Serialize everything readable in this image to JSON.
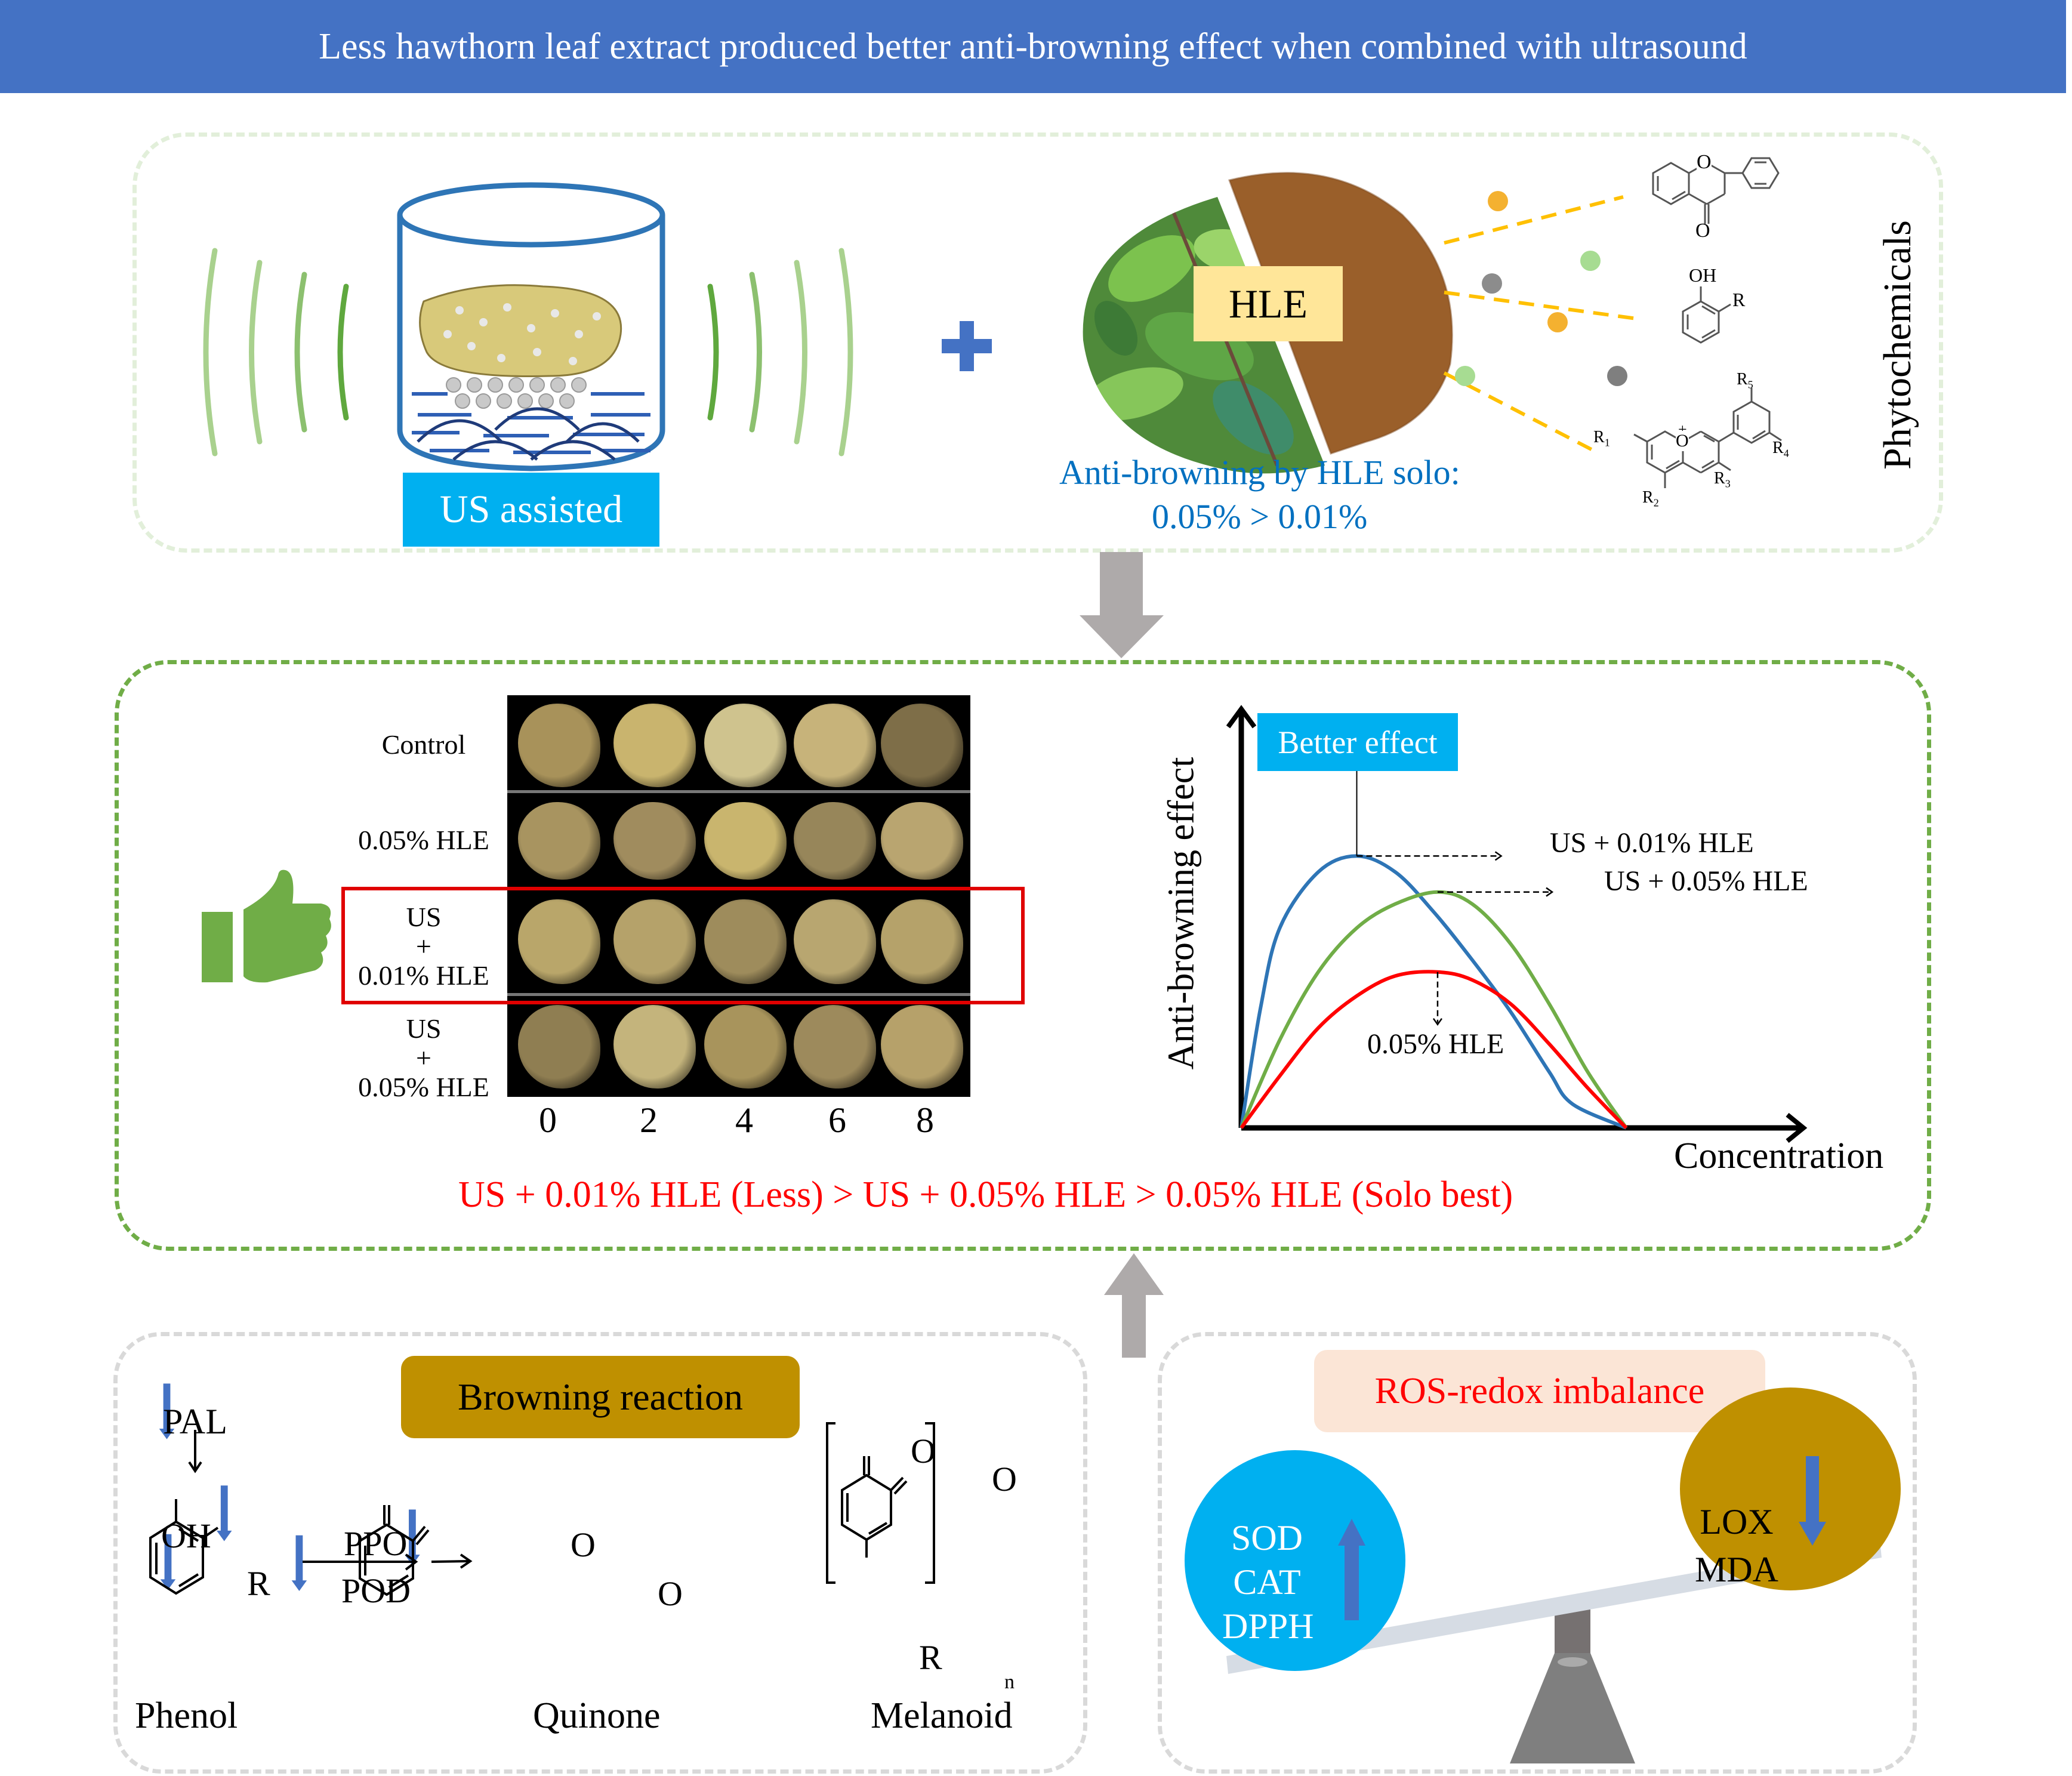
{
  "title": "Less hawthorn leaf extract produced better anti-browning effect when combined with ultrasound",
  "top_panel": {
    "us_label": "US assisted",
    "hle_label": "HLE",
    "solo_caption_line1": "Anti-browning by HLE solo:",
    "solo_caption_line2": "0.05% > 0.01%",
    "phytochemicals_label": "Phytochemicals",
    "structures": {
      "flavanone": {
        "o_ring": "O",
        "o_keto": "O"
      },
      "phenol": {
        "oh": "OH",
        "r": "R"
      },
      "anthocyanidin": {
        "plus": "+",
        "o": "O",
        "r1": "R",
        "r1_sub": "1",
        "r2": "R",
        "r2_sub": "2",
        "r3": "R",
        "r3_sub": "3",
        "r4": "R",
        "r4_sub": "4",
        "r5": "R",
        "r5_sub": "5"
      }
    }
  },
  "middle_panel": {
    "row_labels": [
      {
        "lines": [
          "Control"
        ]
      },
      {
        "lines": [
          "0.05% HLE"
        ]
      },
      {
        "lines": [
          "US",
          "+",
          "0.01% HLE"
        ]
      },
      {
        "lines": [
          "US",
          "+",
          "0.05% HLE"
        ]
      }
    ],
    "day_labels": [
      "0",
      "2",
      "4",
      "6",
      "8"
    ],
    "highlighted_row": 2,
    "conclusion": "US + 0.01% HLE (Less) > US + 0.05% HLE > 0.05% HLE (Solo best)",
    "colors": {
      "highlight": "#e00000",
      "thumb": "#70ad47",
      "conclusion": "#ff0000"
    }
  },
  "chart_data": {
    "type": "line",
    "title": "",
    "xlabel": "Concentration",
    "ylabel": "Anti-browning effect",
    "xlim": [
      0,
      1
    ],
    "ylim": [
      0,
      1
    ],
    "grid": false,
    "callout": "Better effect",
    "series": [
      {
        "name": "US + 0.01% HLE",
        "color": "#2e75b6",
        "peak_x": 0.3,
        "peak_y": 0.68,
        "x": [
          0,
          0.05,
          0.1,
          0.2,
          0.3,
          0.4,
          0.5,
          0.6,
          0.7,
          0.8,
          0.86,
          1.0
        ],
        "y": [
          0,
          0.3,
          0.5,
          0.64,
          0.68,
          0.64,
          0.54,
          0.42,
          0.29,
          0.14,
          0.06,
          0
        ]
      },
      {
        "name": "US + 0.05% HLE",
        "color": "#70ad47",
        "peak_x": 0.51,
        "peak_y": 0.59,
        "x": [
          0,
          0.1,
          0.2,
          0.3,
          0.4,
          0.51,
          0.6,
          0.7,
          0.8,
          0.9,
          1.0
        ],
        "y": [
          0,
          0.22,
          0.39,
          0.5,
          0.56,
          0.59,
          0.56,
          0.46,
          0.31,
          0.14,
          0
        ]
      },
      {
        "name": "0.05% HLE",
        "color": "#ff0000",
        "peak_x": 0.51,
        "peak_y": 0.39,
        "x": [
          0,
          0.1,
          0.2,
          0.3,
          0.4,
          0.51,
          0.6,
          0.7,
          0.8,
          0.9,
          1.0
        ],
        "y": [
          0,
          0.13,
          0.25,
          0.33,
          0.38,
          0.39,
          0.37,
          0.31,
          0.21,
          0.1,
          0
        ]
      }
    ],
    "annotations": [
      "US + 0.01% HLE",
      "US + 0.05% HLE",
      "0.05% HLE"
    ]
  },
  "bottom_left": {
    "title": "Browning reaction",
    "pal": "PAL",
    "oh": "OH",
    "r": "R",
    "ppo": "PPO",
    "pod": "POD",
    "phenol": "Phenol",
    "quinone": "Quinone",
    "melanoid": "Melanoid",
    "o": "O",
    "n_sub": "n",
    "colors": {
      "title_bg": "#bf9000",
      "down_arrow": "#4472c4"
    }
  },
  "bottom_right": {
    "title": "ROS-redox imbalance",
    "left_items": [
      "SOD",
      "CAT",
      "DPPH"
    ],
    "right_items": [
      "LOX",
      "MDA"
    ],
    "left_trend": "up",
    "right_trend": "down",
    "colors": {
      "title_bg": "#fbe5d6",
      "title_text": "#ff0000",
      "left_ball": "#00b0f0",
      "right_ball": "#bf9000",
      "arrow": "#4472c4",
      "beam": "#d6dce4",
      "pivot": "#7f7f7f"
    }
  }
}
